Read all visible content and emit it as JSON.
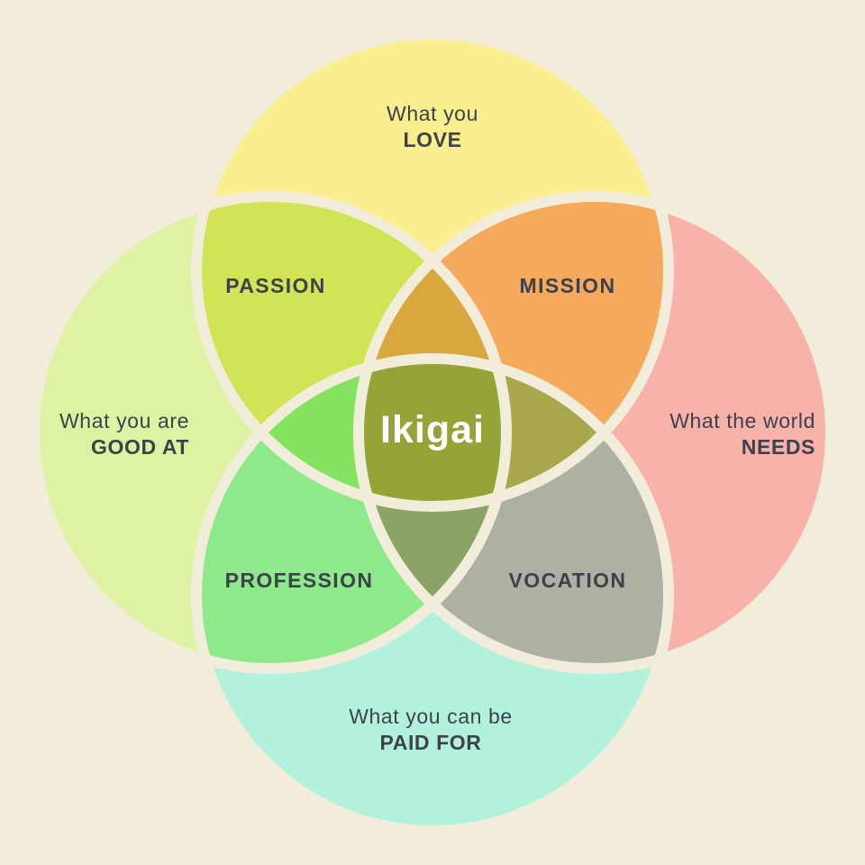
{
  "page": {
    "background": "#F2EDDA",
    "border_color": "#F2EDDA",
    "text_color": "#3C424C"
  },
  "center": {
    "label": "Ikigai",
    "color": "#96A336",
    "text_color": "#FFFFFF"
  },
  "circles": [
    {
      "name": "love",
      "line1": "What you",
      "line2": "LOVE",
      "color": "#FAEE8E"
    },
    {
      "name": "good-at",
      "line1": "What you are",
      "line2": "GOOD AT",
      "color": "#DEF2A3"
    },
    {
      "name": "needs",
      "line1": "What the world",
      "line2": "NEEDS",
      "color": "#F8B2AA"
    },
    {
      "name": "paid-for",
      "line1": "What you can be",
      "line2": "PAID FOR",
      "color": "#B2F2DD"
    }
  ],
  "overlaps": [
    {
      "name": "passion",
      "label": "PASSION",
      "color": "#D3E356",
      "between": "love + good-at"
    },
    {
      "name": "mission",
      "label": "MISSION",
      "color": "#F5A95C",
      "between": "love + needs"
    },
    {
      "name": "profession",
      "label": "PROFESSION",
      "color": "#8DE98A",
      "between": "good-at + paid-for"
    },
    {
      "name": "vocation",
      "label": "VOCATION",
      "color": "#AEB1A1",
      "between": "needs + paid-for"
    }
  ],
  "triple_overlaps": {
    "love_goodat_needs": "#D8A73D",
    "love_goodat_paidfor": "#84E45F",
    "love_needs_paidfor": "#A9A74C",
    "goodat_needs_paidfor": "#8BA367"
  }
}
